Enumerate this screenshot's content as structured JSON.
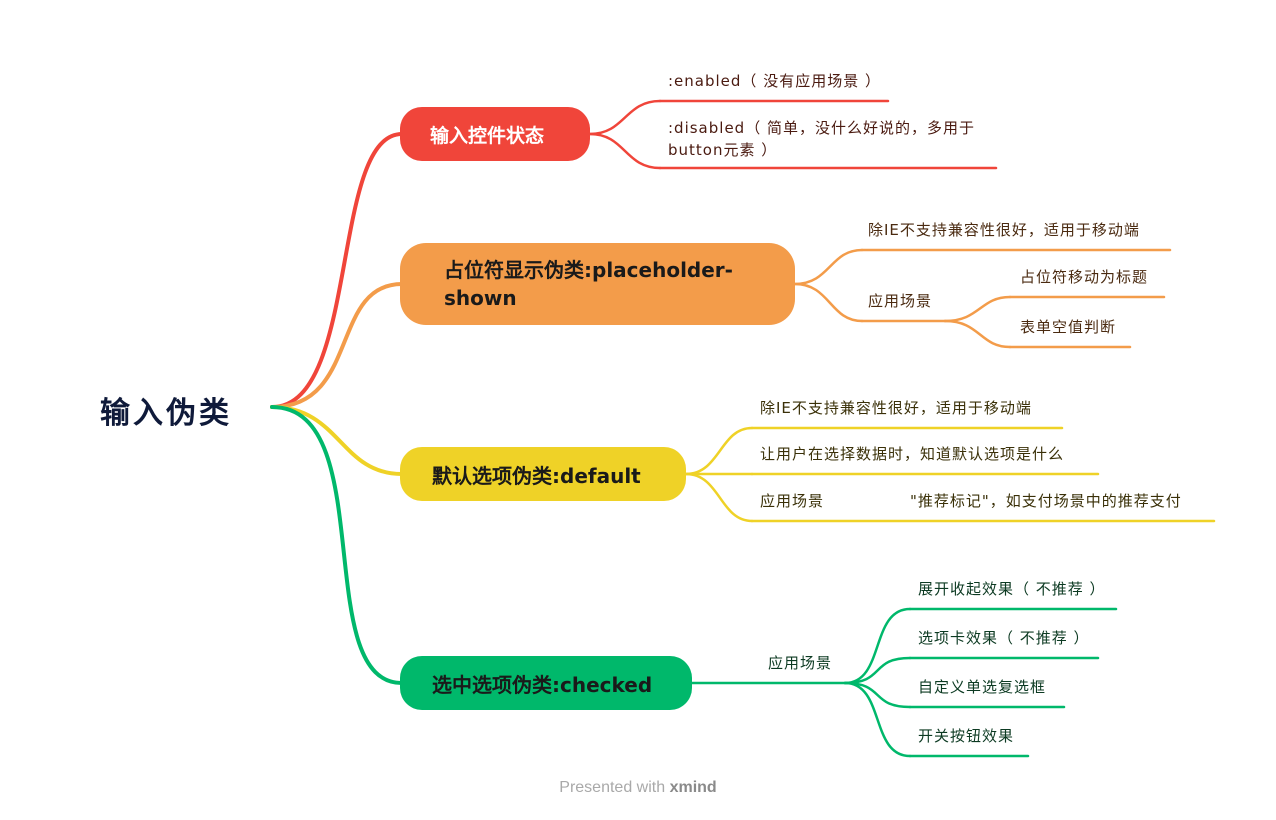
{
  "root": {
    "label": "输入伪类"
  },
  "branches": [
    {
      "label": "输入控件状态",
      "color": "#f0453a",
      "children": [
        {
          "label": ":enabled（ 没有应用场景 ）"
        },
        {
          "label": ":disabled（ 简单，没什么好说的，多用于button元素 ）"
        }
      ]
    },
    {
      "label": "占位符显示伪类:placeholder-shown",
      "color": "#f39c4a",
      "children": [
        {
          "label": "除IE不支持兼容性很好，适用于移动端"
        },
        {
          "label": "应用场景",
          "children": [
            {
              "label": "占位符移动为标题"
            },
            {
              "label": "表单空值判断"
            }
          ]
        }
      ]
    },
    {
      "label": "默认选项伪类:default",
      "color": "#efd227",
      "children": [
        {
          "label": "除IE不支持兼容性很好，适用于移动端"
        },
        {
          "label": "让用户在选择数据时，知道默认选项是什么"
        },
        {
          "label": "应用场景",
          "children": [
            {
              "label": "\"推荐标记\"，如支付场景中的推荐支付"
            }
          ]
        }
      ]
    },
    {
      "label": "选中选项伪类:checked",
      "color": "#00b86b",
      "children": [
        {
          "label": "应用场景",
          "children": [
            {
              "label": "展开收起效果（ 不推荐 ）"
            },
            {
              "label": "选项卡效果（ 不推荐 ）"
            },
            {
              "label": "自定义单选复选框"
            },
            {
              "label": "开关按钮效果"
            }
          ]
        }
      ]
    }
  ],
  "footer": {
    "presented": "Presented with",
    "brand": "xmind"
  }
}
